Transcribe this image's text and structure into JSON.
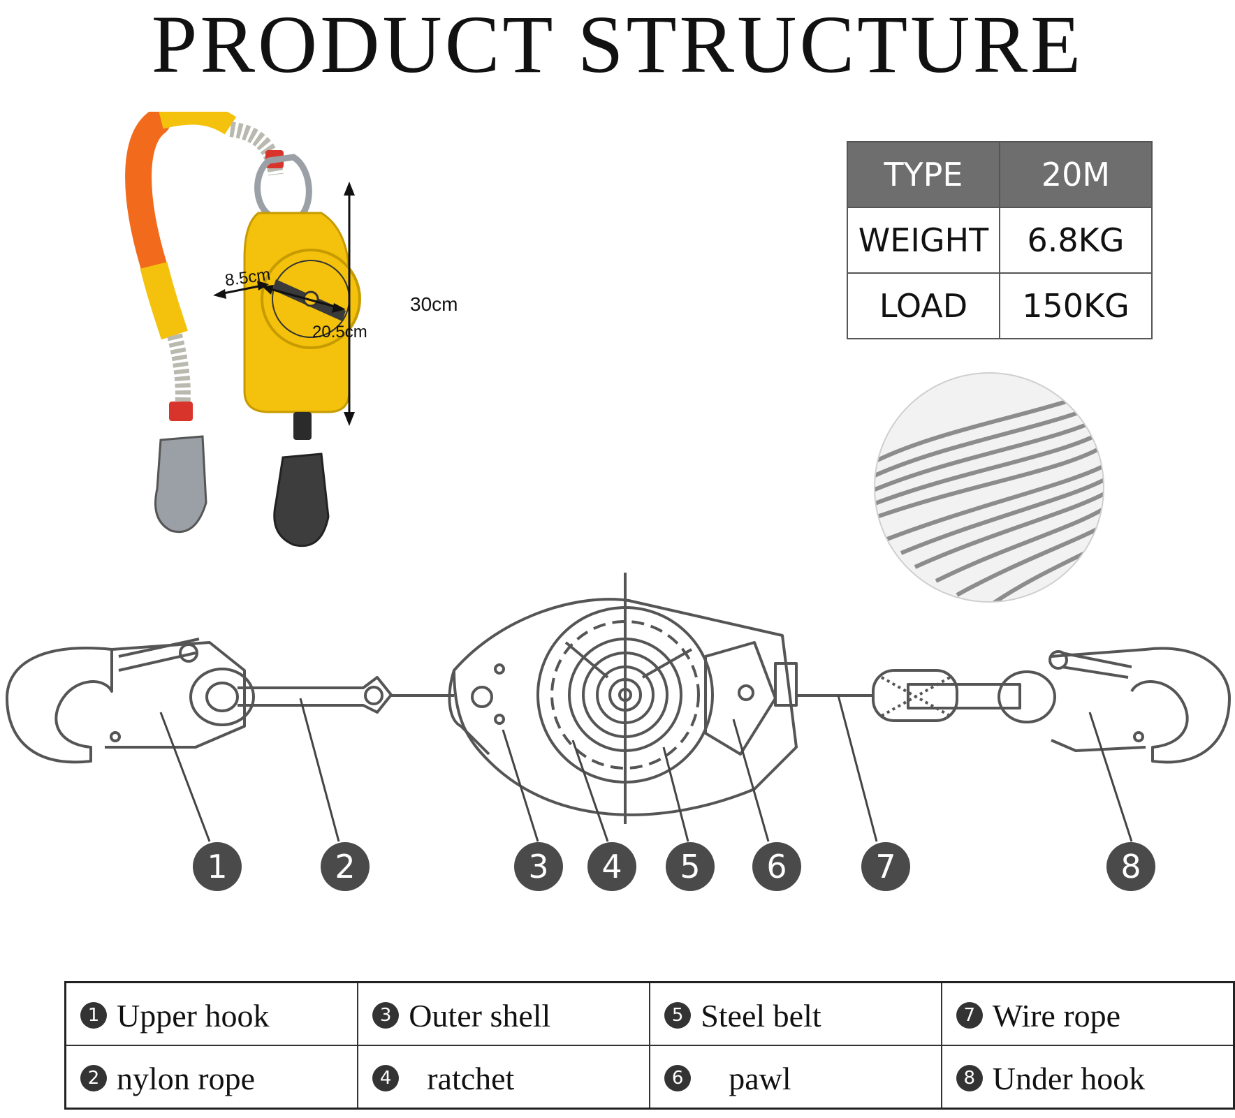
{
  "title": "PRODUCT STRUCTURE",
  "dimensions": {
    "width": "8.5cm",
    "depth": "20.5cm",
    "height": "30cm"
  },
  "specs": {
    "header": [
      "TYPE",
      "20M"
    ],
    "rows": [
      {
        "label": "WEIGHT",
        "value": "6.8KG"
      },
      {
        "label": "LOAD",
        "value": "150KG"
      }
    ]
  },
  "callouts": [
    "1",
    "2",
    "3",
    "4",
    "5",
    "6",
    "7",
    "8"
  ],
  "parts": [
    {
      "num": "1",
      "name": "Upper hook"
    },
    {
      "num": "2",
      "name": "nylon rope"
    },
    {
      "num": "3",
      "name": "Outer shell"
    },
    {
      "num": "4",
      "name": "ratchet"
    },
    {
      "num": "5",
      "name": "Steel belt"
    },
    {
      "num": "6",
      "name": "pawl"
    },
    {
      "num": "7",
      "name": "Wire rope"
    },
    {
      "num": "8",
      "name": "Under hook"
    }
  ],
  "colors": {
    "housing": "#f4c20d",
    "sleeve": "#f26a1b",
    "callout": "#4a4a4a",
    "table_header": "#6e6e6e"
  }
}
